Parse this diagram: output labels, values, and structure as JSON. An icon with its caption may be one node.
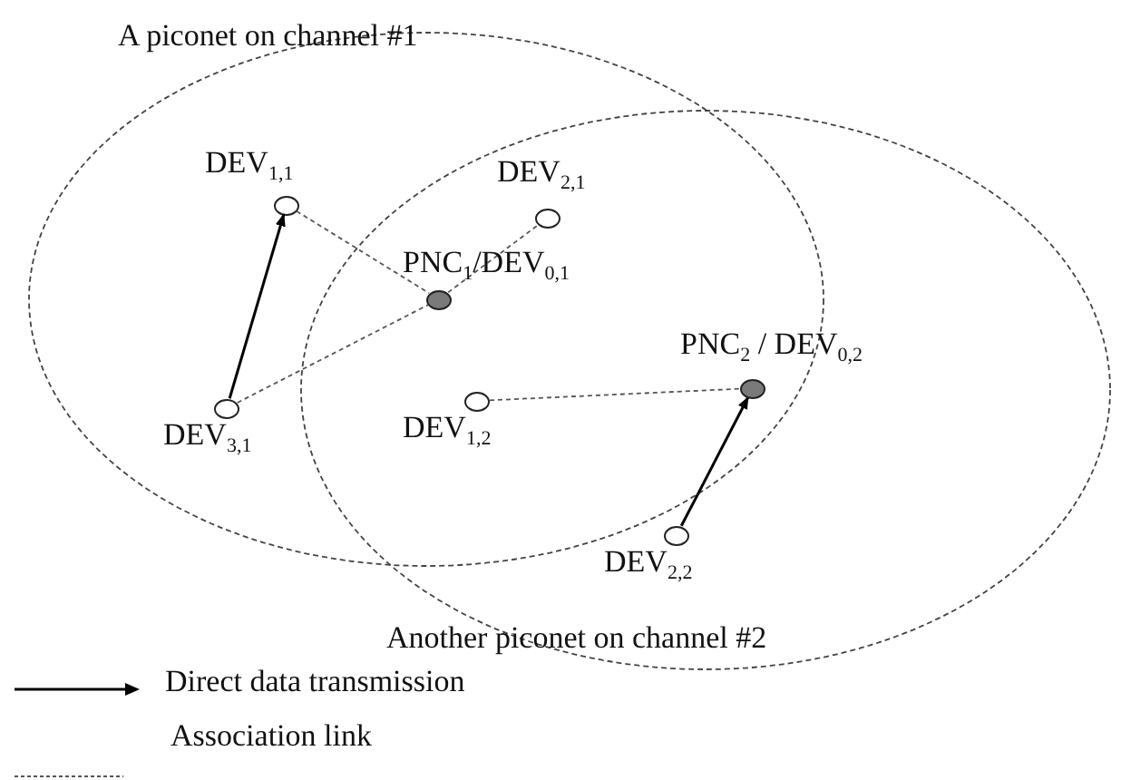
{
  "diagram": {
    "nodes": [
      {
        "text": [
          "A piconet on channel #1"
        ]
      },
      {
        "text": [
          "Another piconet on channel #2"
        ]
      },
      {
        "text": [],
        "shape": "circle",
        "beside": [
          "DEV$_{1,1}$"
        ],
        "in": 0
      },
      {
        "text": [],
        "shape": "circle",
        "beside": [
          "DEV$_{2,1}$"
        ]
      },
      {
        "text": [],
        "shape": "circle",
        "beside": [
          "PNC$_{1}$/DEV$_{0,1}$"
        ]
      },
      {
        "text": [],
        "shape": "circle",
        "beside": [
          "PNC$_{2}$ / DEV$_{0,2}$"
        ]
      },
      {
        "text": [],
        "shape": "circle",
        "beside": [
          "DEV$_{3,1}$"
        ],
        "in": 0
      },
      {
        "text": [],
        "shape": "circle",
        "beside": [
          "DEV$_{1,2}$"
        ]
      },
      {
        "text": [],
        "shape": "circle",
        "beside": [
          "DEV$_{2,2}$"
        ],
        "in": 1
      }
    ],
    "edges": [
      {
        "from": 6,
        "to": 2,
        "arrow": "to"
      },
      {
        "from": 2,
        "to": 4,
        "arrow": "none",
        "style": "dashed"
      },
      {
        "from": 6,
        "to": 4,
        "arrow": "none",
        "style": "dashed"
      },
      {
        "from": 4,
        "to": 3,
        "arrow": "none",
        "style": "dashed"
      },
      {
        "from": 7,
        "to": 5,
        "arrow": "none",
        "style": "dashed"
      },
      {
        "from": 8,
        "to": 5,
        "arrow": "to"
      }
    ],
    "legend": [
      {
        "text": "Direct data transmission"
      },
      {
        "text": "Association link"
      }
    ]
  }
}
